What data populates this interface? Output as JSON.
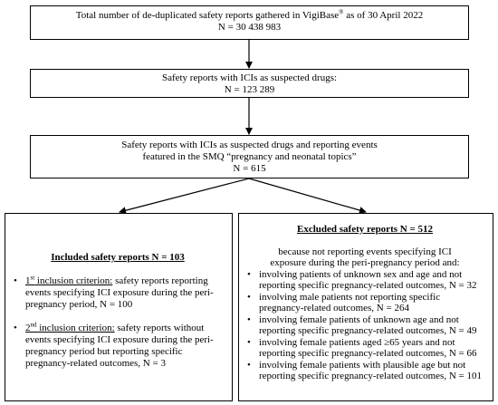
{
  "box1": {
    "line1_text": "Total number of de-duplicated safety reports gathered in VigiBase",
    "line1_sup": "®",
    "line1_suffix": " as of 30 April 2022",
    "count": "N = 30 438 983"
  },
  "box2": {
    "line1": "Safety reports with ICIs as suspected drugs:",
    "count": "N = 123 289"
  },
  "box3": {
    "line1": "Safety reports with ICIs as suspected drugs and reporting events",
    "line2": "featured in the SMQ “pregnancy and neonatal topics”",
    "count": "N = 615"
  },
  "included": {
    "title": "Included safety reports N = 103",
    "items": [
      {
        "ordinal": "1",
        "ordinal_sup": "st",
        "label": " inclusion criterion:",
        "text": " safety reports reporting events specifying ICI exposure during the peri-pregnancy period, N = 100"
      },
      {
        "ordinal": "2",
        "ordinal_sup": "nd",
        "label": " inclusion criterion:",
        "text": " safety reports without events specifying ICI exposure during the peri-pregnancy period but reporting specific pregnancy-related outcomes, N = 3"
      }
    ]
  },
  "excluded": {
    "title": "Excluded safety reports N = 512",
    "intro": "because not reporting events specifying ICI exposure during the peri-pregnancy period and:",
    "items": [
      "involving patients of unknown sex and age and not reporting specific pregnancy-related outcomes, N = 32",
      "involving male patients not reporting specific pregnancy-related outcomes, N = 264",
      "involving female patients of unknown age and not reporting specific pregnancy-related outcomes, N = 49",
      "involving female patients aged ≥65 years and not reporting specific pregnancy-related outcomes, N = 66",
      "involving female patients with plausible age but not reporting specific pregnancy-related outcomes, N = 101"
    ]
  },
  "bullet_glyph": "•"
}
